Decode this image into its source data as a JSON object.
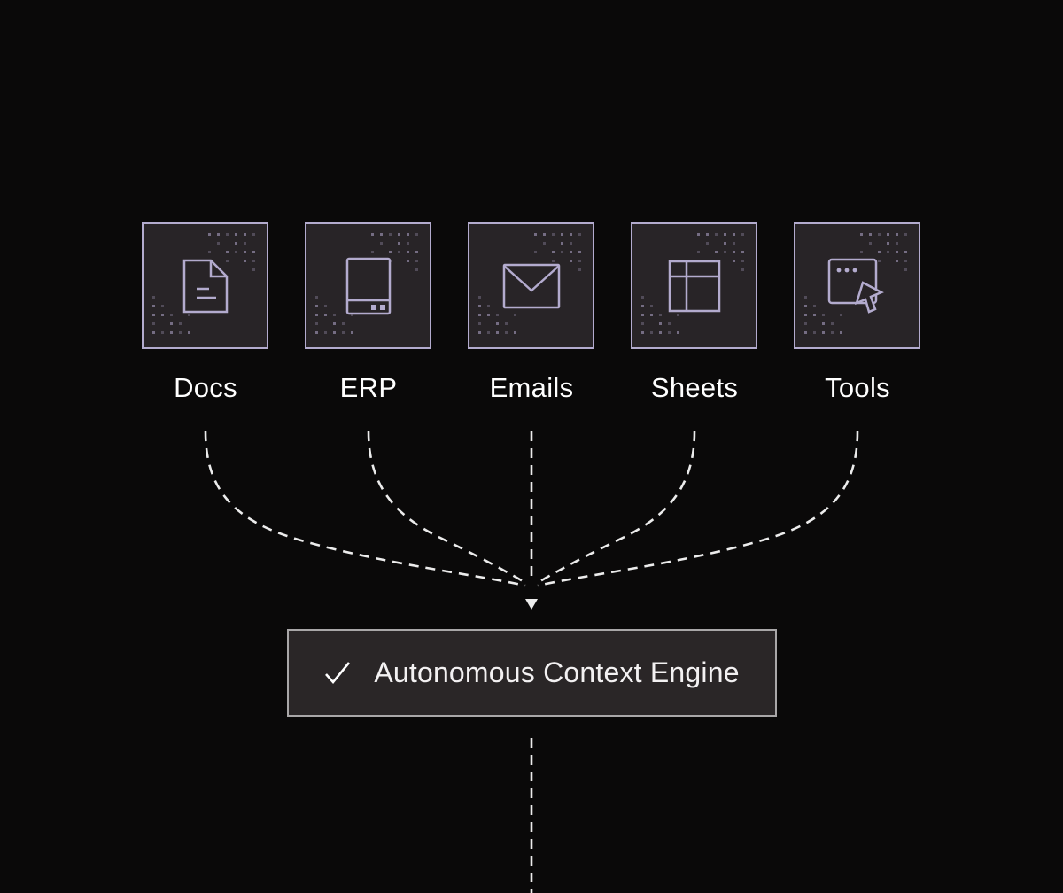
{
  "page": {
    "background": "#0a0909"
  },
  "sources": [
    {
      "label": "Docs",
      "icon": "document-icon"
    },
    {
      "label": "ERP",
      "icon": "erp-terminal-icon"
    },
    {
      "label": "Emails",
      "icon": "envelope-icon"
    },
    {
      "label": "Sheets",
      "icon": "spreadsheet-grid-icon"
    },
    {
      "label": "Tools",
      "icon": "window-cursor-icon"
    }
  ],
  "engine": {
    "label": "Autonomous Context Engine",
    "icon": "checkmark-icon"
  },
  "colors": {
    "accent": "#b3abce",
    "source_box_background": "#282427",
    "engine_border": "#a9a7a8",
    "engine_background": "#2a2627",
    "connector": "#ececec",
    "label_text": "#ffffff"
  }
}
